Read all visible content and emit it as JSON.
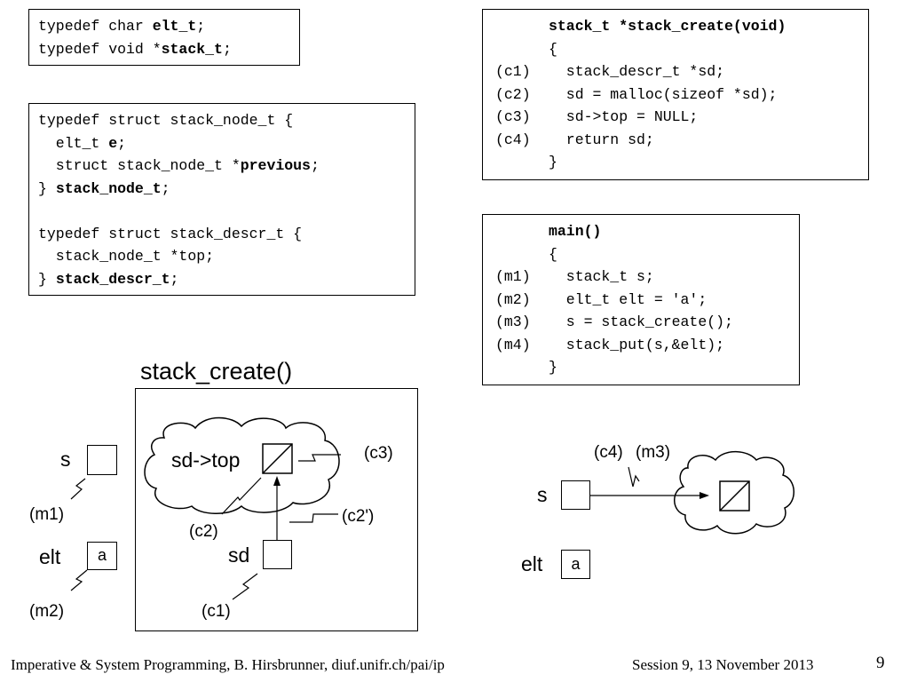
{
  "typedefs_box": {
    "lines": [
      [
        {
          "t": "typedef char ",
          "b": false
        },
        {
          "t": "elt_t",
          "b": true
        },
        {
          "t": ";",
          "b": false
        }
      ],
      [
        {
          "t": "typedef void *",
          "b": false
        },
        {
          "t": "stack_t",
          "b": true
        },
        {
          "t": ";",
          "b": false
        }
      ]
    ]
  },
  "struct_box": {
    "lines": [
      [
        {
          "t": "typedef struct stack_node_t {",
          "b": false
        }
      ],
      [
        {
          "t": "  elt_t ",
          "b": false
        },
        {
          "t": "e",
          "b": true
        },
        {
          "t": ";",
          "b": false
        }
      ],
      [
        {
          "t": "  struct stack_node_t *",
          "b": false
        },
        {
          "t": "previous",
          "b": true
        },
        {
          "t": ";",
          "b": false
        }
      ],
      [
        {
          "t": "} ",
          "b": false
        },
        {
          "t": "stack_node_t",
          "b": true
        },
        {
          "t": ";",
          "b": false
        }
      ],
      [
        {
          "t": "",
          "b": false
        }
      ],
      [
        {
          "t": "typedef struct stack_descr_t {",
          "b": false
        }
      ],
      [
        {
          "t": "  stack_node_t *top;",
          "b": false
        }
      ],
      [
        {
          "t": "} ",
          "b": false
        },
        {
          "t": "stack_descr_t",
          "b": true
        },
        {
          "t": ";",
          "b": false
        }
      ]
    ]
  },
  "create_box": {
    "lines": [
      {
        "tag": "",
        "code": [
          {
            "t": "stack_t *stack_create(void)",
            "b": true
          }
        ]
      },
      {
        "tag": "",
        "code": [
          {
            "t": "{",
            "b": false
          }
        ]
      },
      {
        "tag": "(c1)",
        "code": [
          {
            "t": "  stack_descr_t *sd;",
            "b": false
          }
        ]
      },
      {
        "tag": "(c2)",
        "code": [
          {
            "t": "  sd = malloc(sizeof *sd);",
            "b": false
          }
        ]
      },
      {
        "tag": "(c3)",
        "code": [
          {
            "t": "  sd->top = NULL;",
            "b": false
          }
        ]
      },
      {
        "tag": "(c4)",
        "code": [
          {
            "t": "  return sd;",
            "b": false
          }
        ]
      },
      {
        "tag": "",
        "code": [
          {
            "t": "}",
            "b": false
          }
        ]
      }
    ]
  },
  "main_box": {
    "lines": [
      {
        "tag": "",
        "code": [
          {
            "t": "main()",
            "b": true
          }
        ]
      },
      {
        "tag": "",
        "code": [
          {
            "t": "{",
            "b": false
          }
        ]
      },
      {
        "tag": "(m1)",
        "code": [
          {
            "t": "  stack_t s;",
            "b": false
          }
        ]
      },
      {
        "tag": "(m2)",
        "code": [
          {
            "t": "  elt_t elt = 'a';",
            "b": false
          }
        ]
      },
      {
        "tag": "(m3)",
        "code": [
          {
            "t": "  s = stack_create();",
            "b": false
          }
        ]
      },
      {
        "tag": "(m4)",
        "code": [
          {
            "t": "  stack_put(s,&elt);",
            "b": false
          }
        ]
      },
      {
        "tag": "",
        "code": [
          {
            "t": "}",
            "b": false
          }
        ]
      }
    ]
  },
  "left_diagram": {
    "frame_title": "stack_create()",
    "s_label": "s",
    "elt_label": "elt",
    "elt_value": "a",
    "m1": "(m1)",
    "m2": "(m2)",
    "sd_top_label": "sd->top",
    "sd_label": "sd",
    "c1": "(c1)",
    "c2": "(c2)",
    "c2p": "(c2')",
    "c3": "(c3)"
  },
  "right_diagram": {
    "s_label": "s",
    "elt_label": "elt",
    "elt_value": "a",
    "c4": "(c4)",
    "m3": "(m3)"
  },
  "footer": {
    "left": "Imperative & System Programming, B. Hirsbrunner, diuf.unifr.ch/pai/ip",
    "right": "Session 9,  13 November 2013",
    "page": "9"
  }
}
